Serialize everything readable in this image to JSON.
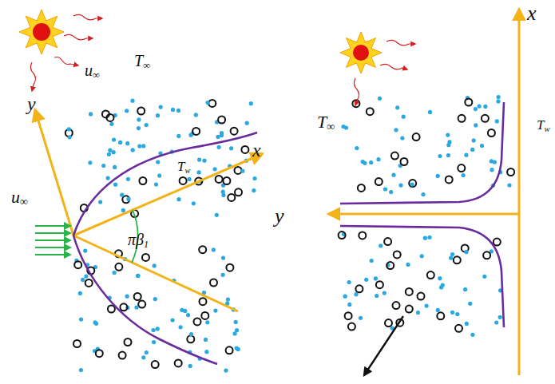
{
  "diagram": {
    "labels": [
      "y",
      "u∞",
      "T∞",
      "x",
      "Tw",
      "u∞",
      "πβ1",
      "T∞",
      "x",
      "Tw",
      "y"
    ]
  }
}
